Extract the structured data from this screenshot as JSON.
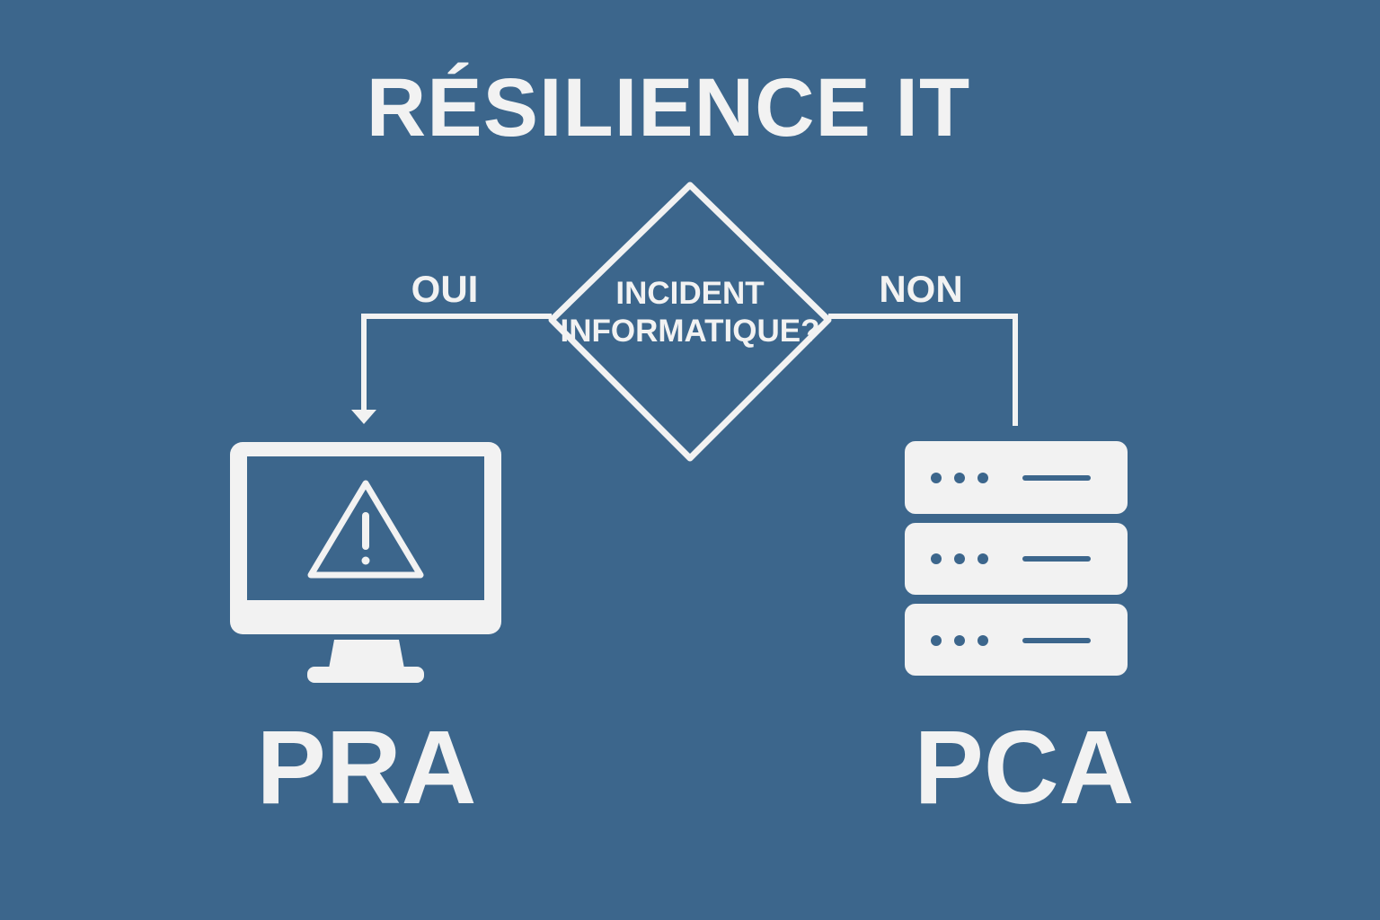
{
  "title": "RÉSILIENCE IT",
  "decision": {
    "line1": "INCIDENT",
    "line2": "INFORMATIQUE?"
  },
  "branches": {
    "yes": "OUI",
    "no": "NON"
  },
  "outcomes": {
    "left": "PRA",
    "right": "PCA"
  },
  "icons": {
    "left": "monitor-warning-icon",
    "right": "server-stack-icon"
  },
  "colors": {
    "background": "#3c668c",
    "foreground": "#f2f2f2"
  }
}
